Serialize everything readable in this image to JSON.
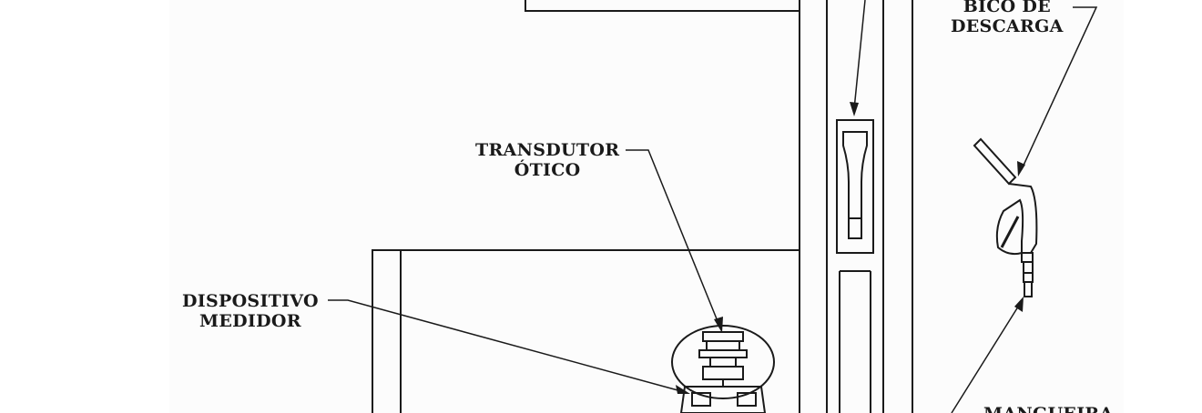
{
  "labels": {
    "bico": {
      "line1": "BICO DE",
      "line2": "DESCARGA"
    },
    "transdutor": {
      "line1": "TRANSDUTOR",
      "line2": "ÓTICO"
    },
    "dispositivo": {
      "line1": "DISPOSITIVO",
      "line2": "MEDIDOR"
    },
    "mangueira": {
      "line1": "MANGUEIRA"
    }
  },
  "colors": {
    "ink": "#1a1a1a",
    "paper": "#ffffff",
    "page_bg": "#fcfcfc"
  }
}
